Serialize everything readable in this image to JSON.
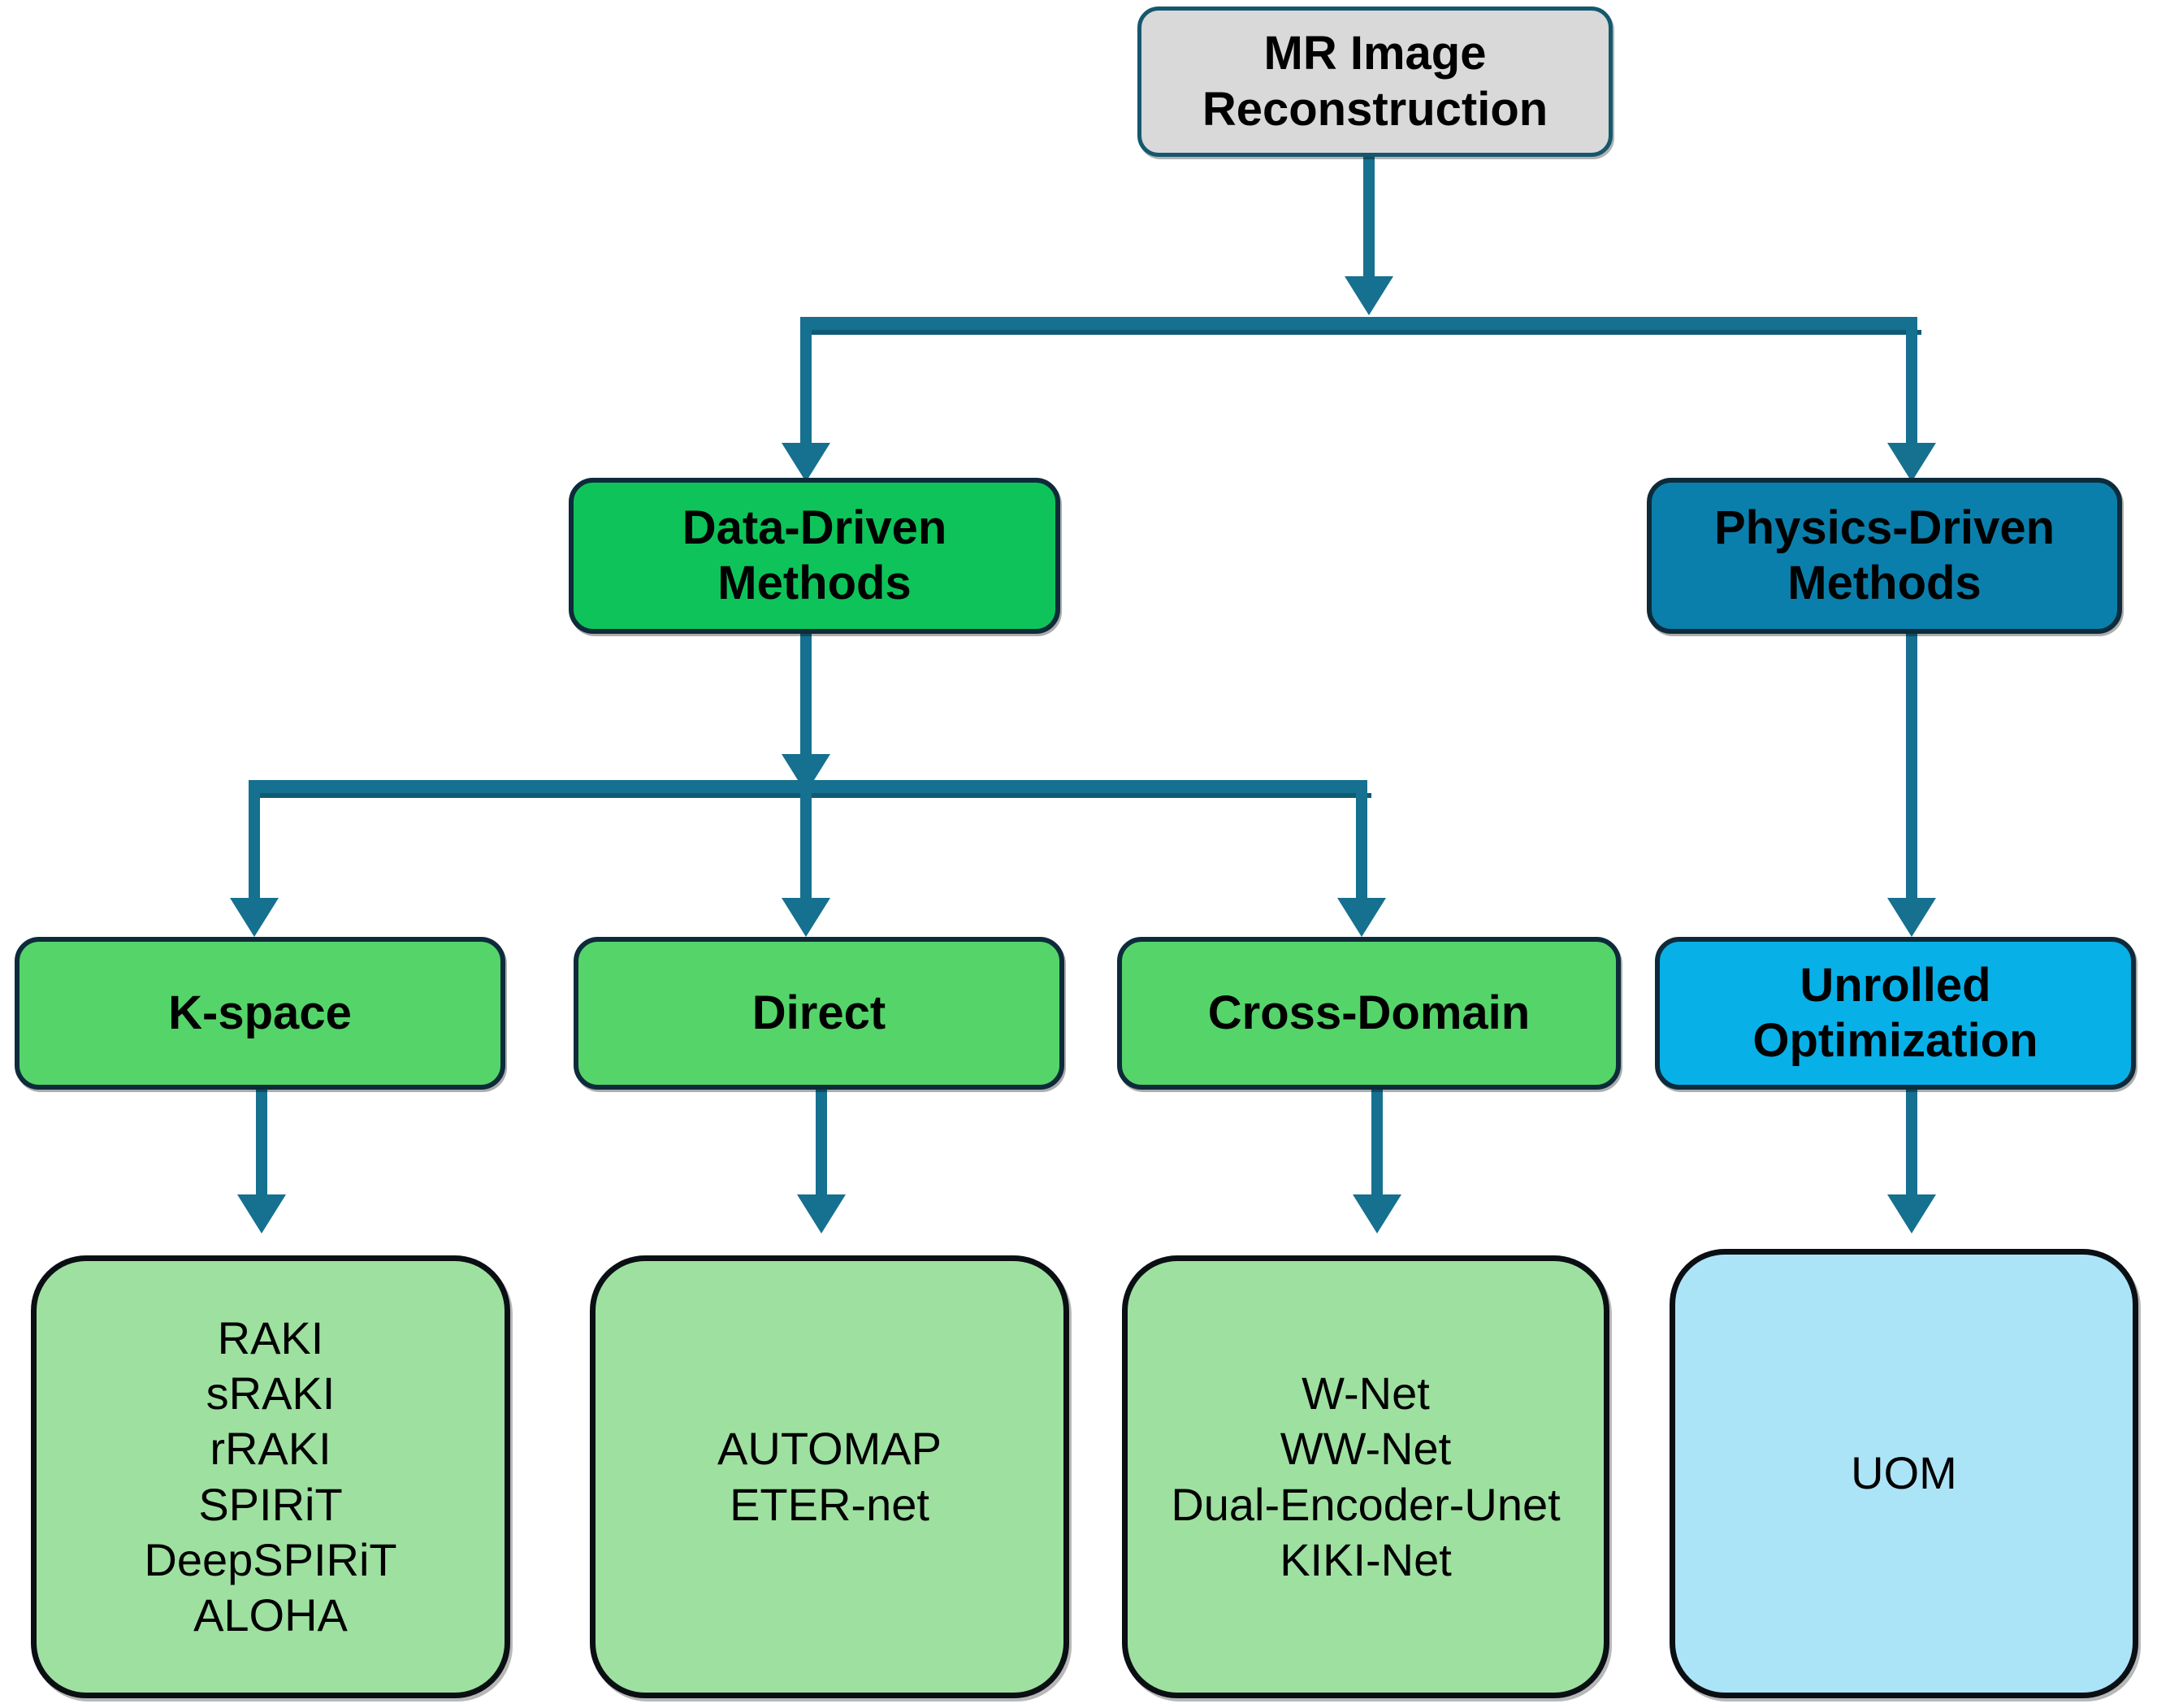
{
  "diagram": {
    "title": "MR Image Reconstruction taxonomy",
    "colors": {
      "root_fill": "#d9d9d9",
      "data_driven_fill": "#0ec45a",
      "physics_driven_fill": "#0b7fab",
      "subcategory_green_fill": "#55d46a",
      "subcategory_blue_fill": "#08b0e8",
      "leaf_green_fill": "#9ee0a0",
      "leaf_blue_fill": "#ace4f7",
      "connector": "#16708f",
      "border_dark": "#0d2b3a",
      "text": "#000000"
    },
    "root": {
      "line1": "MR Image",
      "line2": "Reconstruction"
    },
    "categories": [
      {
        "id": "data-driven",
        "line1": "Data-Driven",
        "line2": "Methods"
      },
      {
        "id": "physics-driven",
        "line1": "Physics-Driven",
        "line2": "Methods"
      }
    ],
    "subcategories": [
      {
        "id": "k-space",
        "line1": "K-space",
        "line2": ""
      },
      {
        "id": "direct",
        "line1": "Direct",
        "line2": ""
      },
      {
        "id": "cross-domain",
        "line1": "Cross-Domain",
        "line2": ""
      },
      {
        "id": "unrolled-optimization",
        "line1": "Unrolled",
        "line2": "Optimization"
      }
    ],
    "leaves": [
      {
        "id": "k-space-methods",
        "items": [
          "RAKI",
          "sRAKI",
          "rRAKI",
          "SPIRiT",
          "DeepSPIRiT",
          "ALOHA"
        ]
      },
      {
        "id": "direct-methods",
        "items": [
          "AUTOMAP",
          "ETER-net"
        ]
      },
      {
        "id": "cross-domain-methods",
        "items": [
          "W-Net",
          "WW-Net",
          "Dual-Encoder-Unet",
          "KIKI-Net"
        ]
      },
      {
        "id": "unrolled-optimization-methods",
        "items": [
          "UOM"
        ]
      }
    ]
  }
}
